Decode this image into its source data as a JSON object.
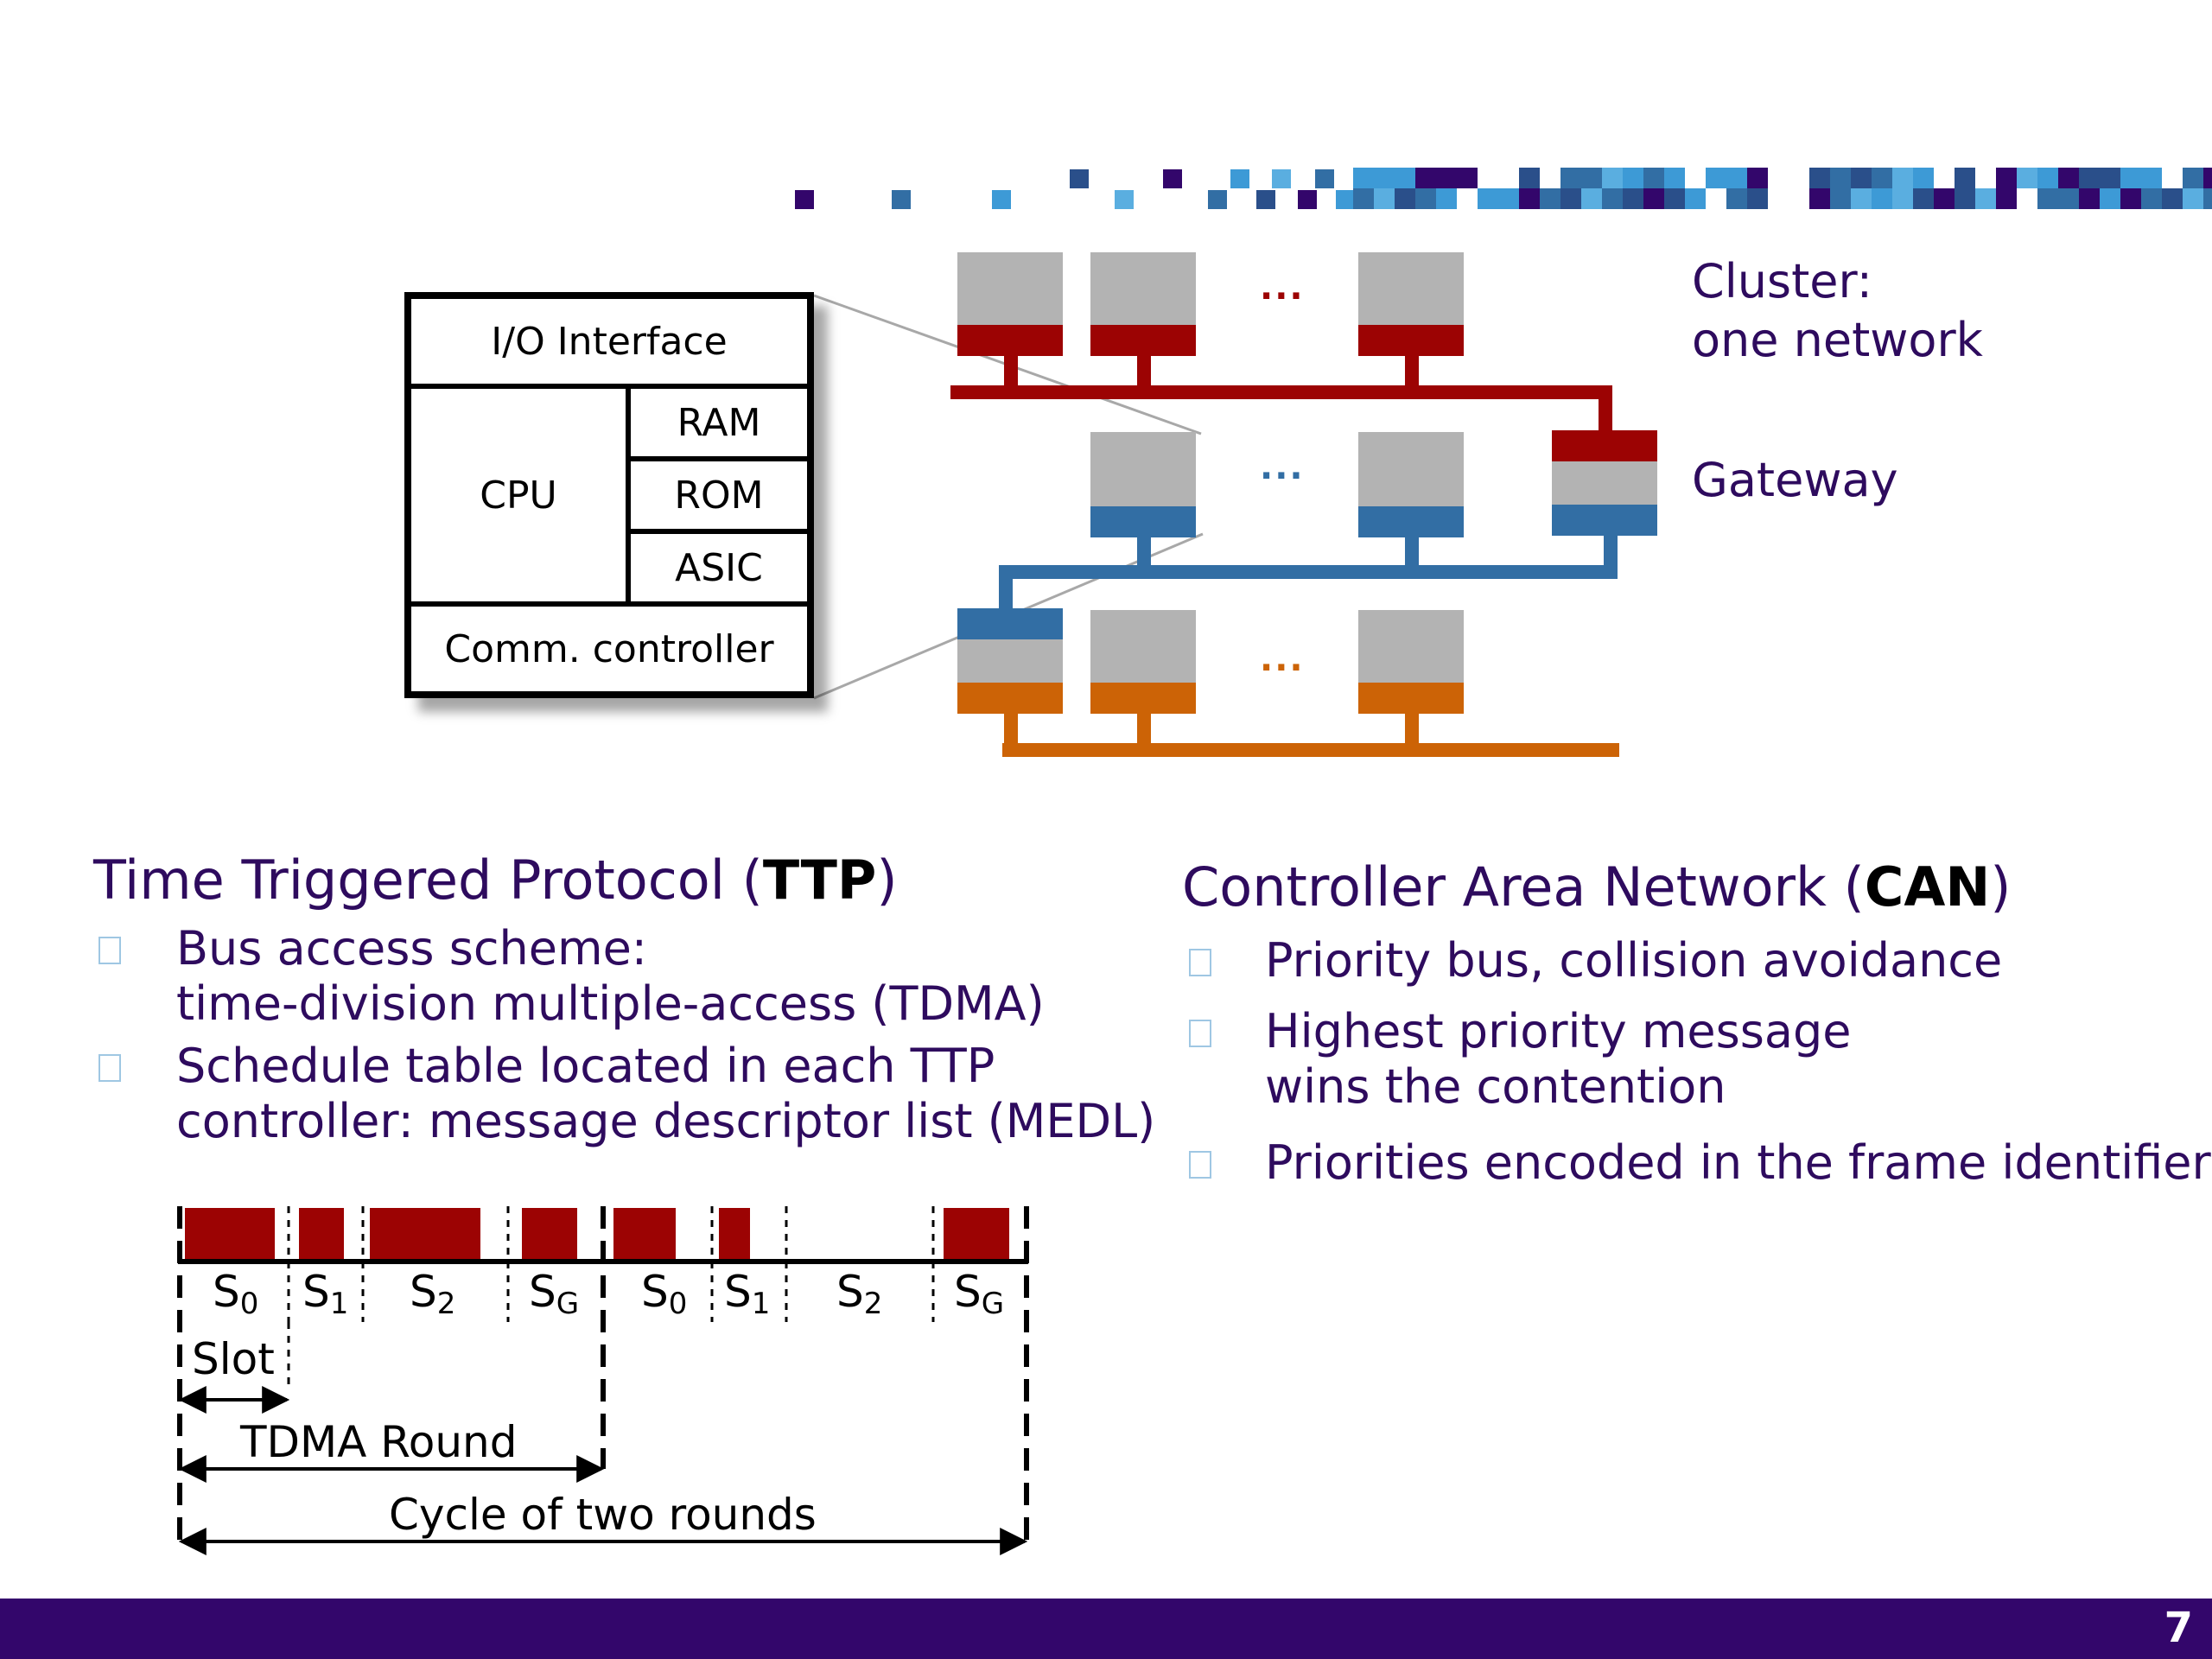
{
  "colors": {
    "accent": "#2e0b5e",
    "footer": "#33066b",
    "bus_red": "#9c0303",
    "bus_blue": "#326ea4",
    "bus_orange": "#cc6306",
    "node_gray": "#b3b3b3",
    "bullet_box": "#9fc7e3"
  },
  "node_diagram": {
    "io": "I/O Interface",
    "cpu": "CPU",
    "ram": "RAM",
    "rom": "ROM",
    "asic": "ASIC",
    "comm": "Comm. controller"
  },
  "network": {
    "dots": "...",
    "cluster_line1": "Cluster:",
    "cluster_line2": "one network",
    "gateway": "Gateway"
  },
  "ttp": {
    "title_prefix": "Time Triggered Protocol (",
    "title_bold": "TTP",
    "title_suffix": ")",
    "bullets": [
      {
        "line1": "Bus access scheme:",
        "line2": "time-division multiple-access (TDMA)"
      },
      {
        "line1": "Schedule table located in each TTP",
        "line2": "controller: message descriptor list (MEDL)"
      }
    ]
  },
  "can": {
    "title_prefix": "Controller Area Network (",
    "title_bold": "CAN",
    "title_suffix": ")",
    "bullets": [
      {
        "line1": "Priority bus, collision avoidance",
        "line2": ""
      },
      {
        "line1": "Highest priority message",
        "line2": "wins the contention"
      },
      {
        "line1": "Priorities encoded in the frame identifier",
        "line2": ""
      }
    ]
  },
  "tdma": {
    "slots": [
      {
        "base": "S",
        "sub": "0"
      },
      {
        "base": "S",
        "sub": "1"
      },
      {
        "base": "S",
        "sub": "2"
      },
      {
        "base": "S",
        "sub": "G"
      },
      {
        "base": "S",
        "sub": "0"
      },
      {
        "base": "S",
        "sub": "1"
      },
      {
        "base": "S",
        "sub": "2"
      },
      {
        "base": "S",
        "sub": "G"
      }
    ],
    "slot_label": "Slot",
    "round_label": "TDMA Round",
    "cycle_label": "Cycle of two rounds"
  },
  "footer": {
    "page_number": "7"
  }
}
